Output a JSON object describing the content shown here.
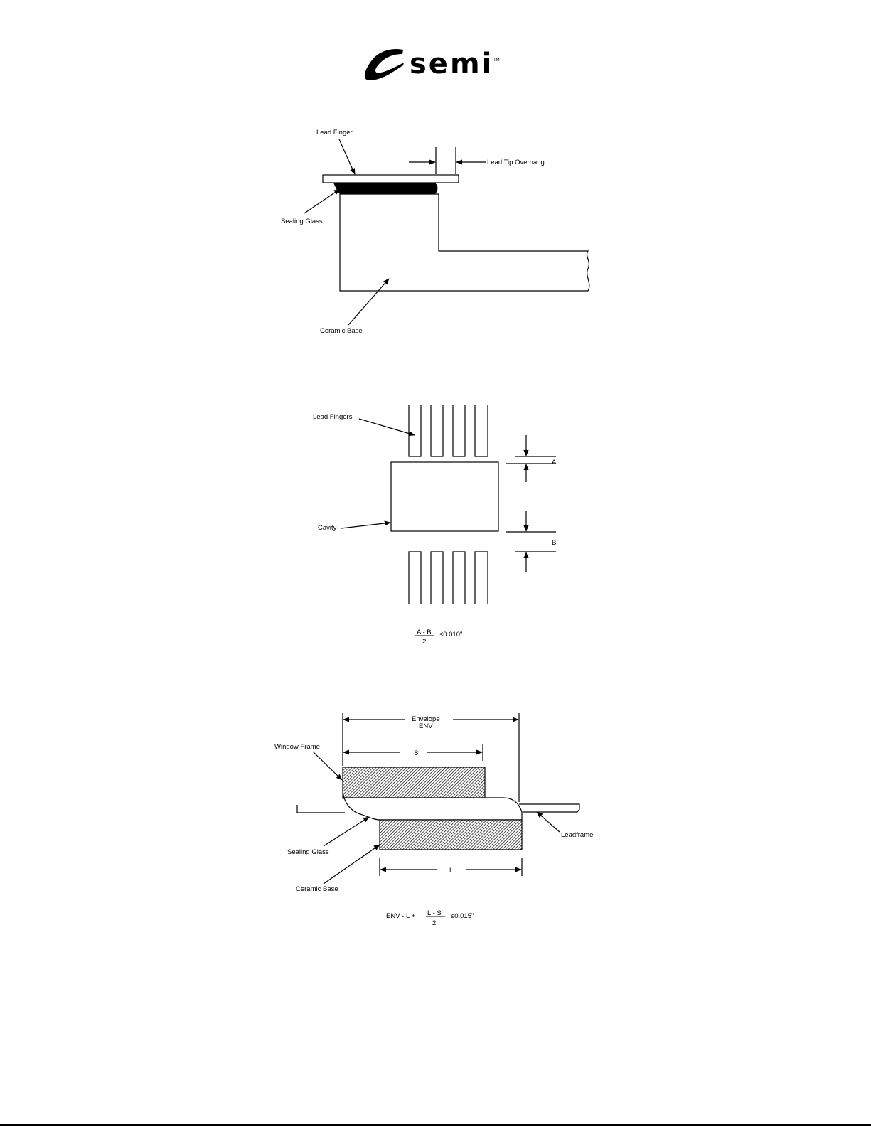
{
  "logo": {
    "wordmark": "semi",
    "trademark": "TM"
  },
  "figure1": {
    "labels": {
      "lead_finger": "Lead Finger",
      "lead_tip_overhang": "Lead Tip Overhang",
      "sealing_glass": "Sealing Glass",
      "ceramic_base": "Ceramic Base"
    }
  },
  "figure2": {
    "labels": {
      "lead_fingers": "Lead Fingers",
      "cavity": "Cavity",
      "dim_a": "A",
      "dim_b": "B"
    },
    "formula": {
      "numerator": "A - B",
      "denominator": "2",
      "relation": "≤0.010\""
    }
  },
  "figure3": {
    "labels": {
      "envelope": "Envelope",
      "env": "ENV",
      "window_frame": "Window Frame",
      "dim_s": "S",
      "leadframe": "Leadframe",
      "sealing_glass": "Sealing Glass",
      "ceramic_base": "Ceramic Base",
      "dim_l": "L"
    },
    "formula": {
      "prefix": "ENV - L +",
      "numerator": "L - S",
      "denominator": "2",
      "relation": "≤0.015\""
    }
  }
}
